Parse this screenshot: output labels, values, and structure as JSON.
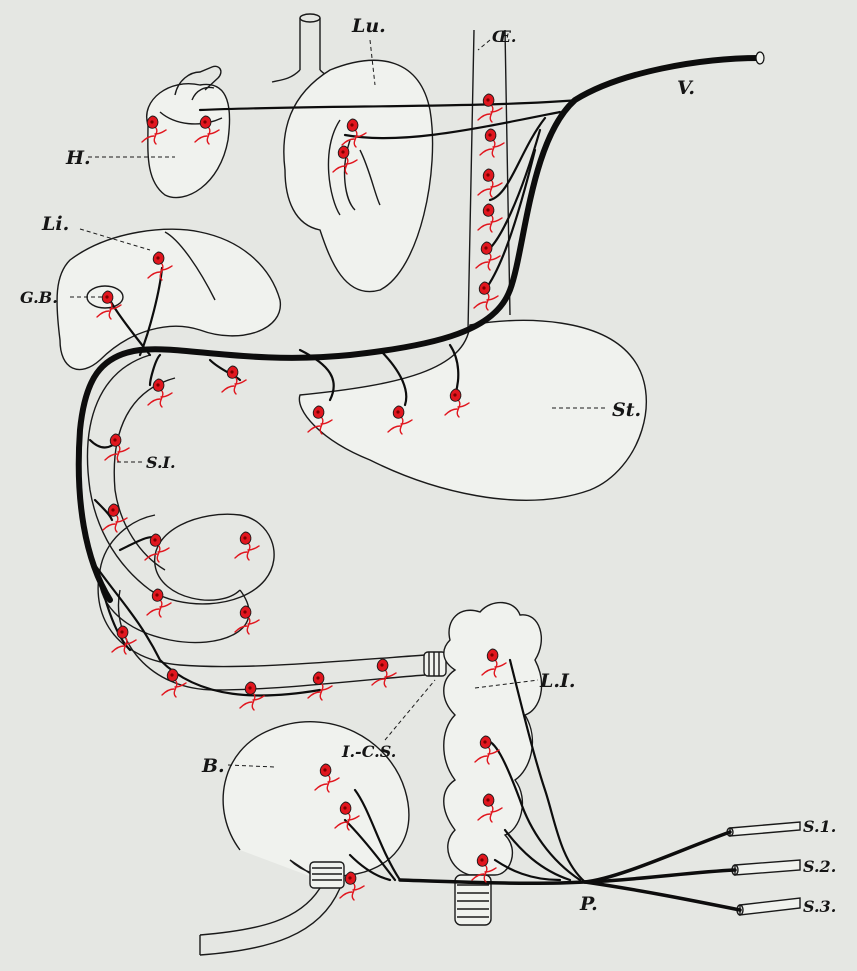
{
  "diagram": {
    "labels": {
      "heart": "H.",
      "lung": "Lu.",
      "oesophagus": "Œ.",
      "vagus": "V.",
      "liver": "Li.",
      "gall_bladder": "G.B.",
      "stomach": "St.",
      "small_intestine": "S.I.",
      "large_intestine": "L.I.",
      "ileocolic_sphincter": "I.-C.S.",
      "bladder": "B.",
      "pelvic": "P.",
      "sacral_1": "S.1.",
      "sacral_2": "S.2.",
      "sacral_3": "S.3."
    },
    "colors": {
      "background": "#e5e7e3",
      "ganglion_cells": "#e1161e",
      "nerves": "#0d0d0d"
    }
  }
}
